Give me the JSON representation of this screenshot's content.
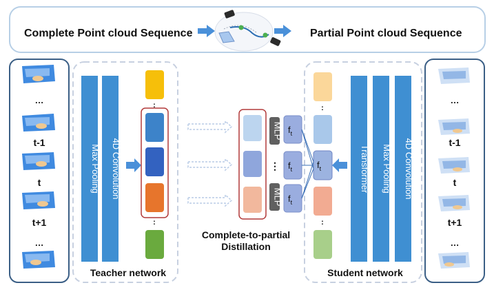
{
  "top_banner": {
    "left_label": "Complete Point cloud Sequence",
    "right_label": "Partial Point cloud Sequence"
  },
  "teacher": {
    "frames_left": [
      "…",
      "t-1",
      "t",
      "t+1",
      "…"
    ],
    "bar_max_pooling": "Max Pooling",
    "bar_4d_conv": "4D Convolution",
    "network_label": "Teacher network",
    "token_dots": [
      ":",
      ":"
    ]
  },
  "distillation": {
    "label_line1": "Complete-to-partial",
    "label_line2": "Distillation",
    "mlp_label": "MLP",
    "ft_label": "f",
    "ft_sub": "t",
    "dots": "⋮"
  },
  "student": {
    "frames_right": [
      "…",
      "t-1",
      "t",
      "t+1",
      "…"
    ],
    "bar_transformer": "Transformer",
    "bar_max_pooling": "Max Pooling",
    "bar_4d_conv": "4D Convolution",
    "network_label": "Student network",
    "ft_label": "f",
    "ft_sub": "t",
    "token_dots": [
      ":",
      ":"
    ]
  },
  "colors": {
    "bar_blue": "#3f8fd2",
    "frame_border": "#3b5f86",
    "dashed_border": "#c7d0e0",
    "teacher_tokens": [
      "#f6bf0a",
      "#3d83c9",
      "#3362c0",
      "#e7752c",
      "#6aaa3e"
    ],
    "student_tokens": [
      "#fbd79a",
      "#a9c8ea",
      "#9cb3e0",
      "#f2ab92",
      "#a8cf8a"
    ],
    "red_box": "#b23a3a"
  }
}
